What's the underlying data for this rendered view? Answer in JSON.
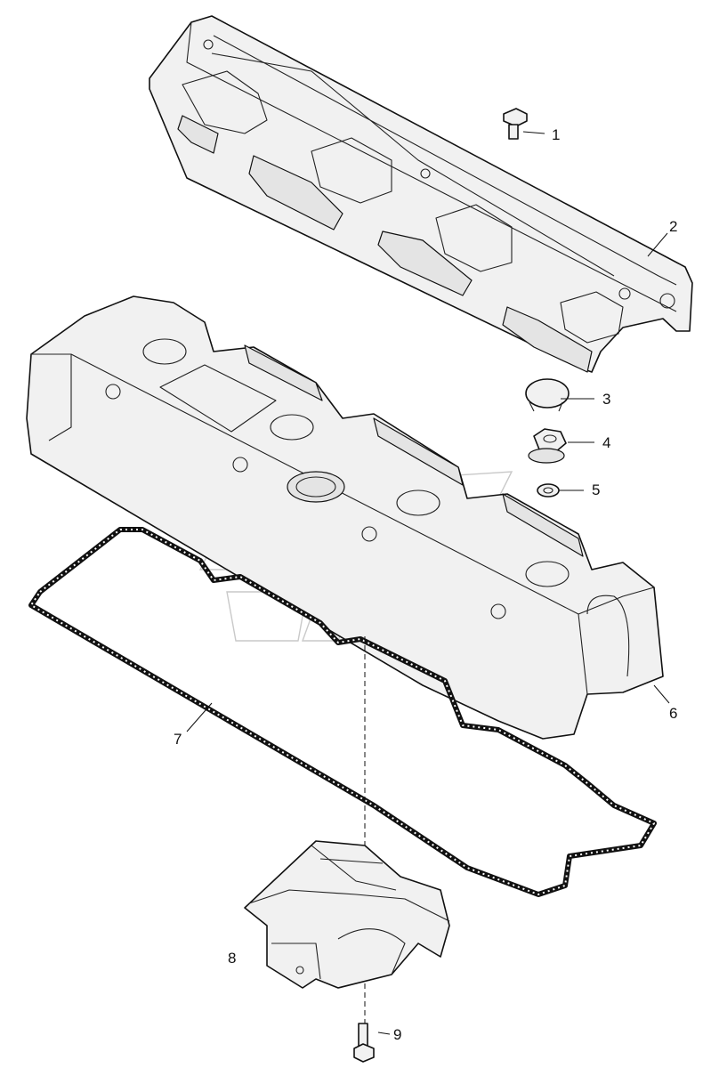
{
  "diagram": {
    "type": "exploded-parts-diagram",
    "callouts": [
      {
        "id": "1",
        "label": "1",
        "part": "bolt"
      },
      {
        "id": "2",
        "label": "2",
        "part": "cover-shield"
      },
      {
        "id": "3",
        "label": "3",
        "part": "cap"
      },
      {
        "id": "4",
        "label": "4",
        "part": "nut"
      },
      {
        "id": "5",
        "label": "5",
        "part": "washer"
      },
      {
        "id": "6",
        "label": "6",
        "part": "valve-cover"
      },
      {
        "id": "7",
        "label": "7",
        "part": "gasket"
      },
      {
        "id": "8",
        "label": "8",
        "part": "bracket"
      },
      {
        "id": "9",
        "label": "9",
        "part": "bolt"
      }
    ],
    "colors": {
      "line": "#111111",
      "fill": "#f1f1f1",
      "watermark": "#c9c9c9"
    }
  }
}
